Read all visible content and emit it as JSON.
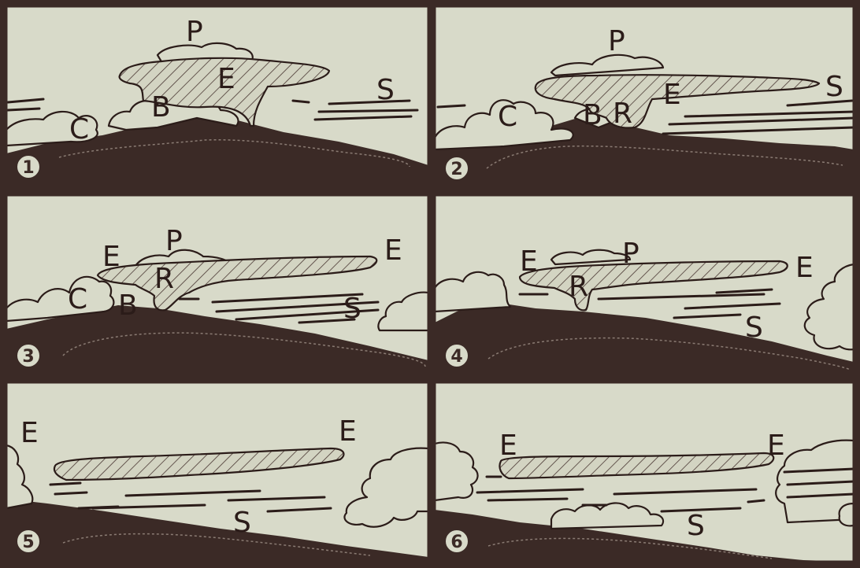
{
  "panels": [
    {
      "number": "1",
      "labels": [
        "P",
        "E",
        "B",
        "C",
        "S"
      ]
    },
    {
      "number": "2",
      "labels": [
        "P",
        "E",
        "B",
        "R",
        "C",
        "S"
      ]
    },
    {
      "number": "3",
      "labels": [
        "E",
        "P",
        "E",
        "R",
        "C",
        "B",
        "S"
      ]
    },
    {
      "number": "4",
      "labels": [
        "E",
        "P",
        "E",
        "R",
        "S"
      ]
    },
    {
      "number": "5",
      "labels": [
        "E",
        "E",
        "S"
      ]
    },
    {
      "number": "6",
      "labels": [
        "E",
        "E",
        "S"
      ]
    }
  ],
  "colors": {
    "sky": "#d8dac9",
    "mountain": "#3b2a26",
    "ink": "#2b1c19",
    "frame": "#3b2a26"
  }
}
